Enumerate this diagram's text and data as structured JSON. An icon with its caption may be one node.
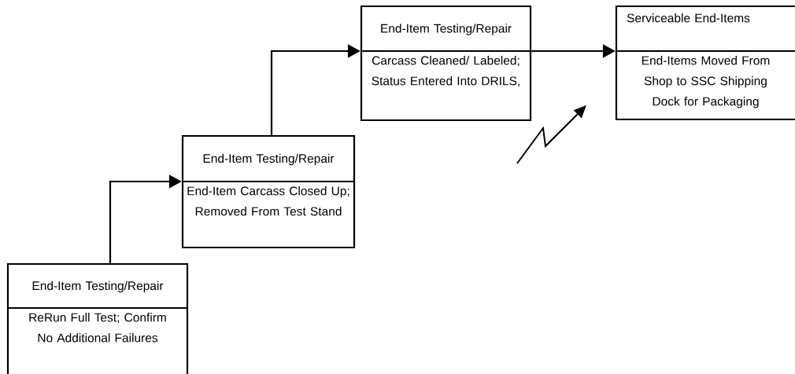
{
  "diagram": {
    "nodes": [
      {
        "text": [
          "End-Item Testing/Repair",
          "ReRun Full Test; Confirm No Additional Failures"
        ]
      },
      {
        "text": [
          "End-Item Testing/Repair",
          "End-Item Carcass Closed Up; Removed From Test Stand"
        ]
      },
      {
        "text": [
          "End-Item Testing/Repair",
          "Carcass Cleaned/ Labeled; Status Entered Into DRILS,"
        ]
      },
      {
        "text": [
          "Serviceable End-Items",
          "End-Items Moved From Shop to SSC Shipping Dock for Packaging"
        ]
      }
    ],
    "edges": [
      {
        "from": 0,
        "to": 1,
        "arrow": "to"
      },
      {
        "from": 1,
        "to": 2,
        "arrow": "to"
      },
      {
        "from": 2,
        "to": 3,
        "arrow": "to"
      }
    ]
  }
}
